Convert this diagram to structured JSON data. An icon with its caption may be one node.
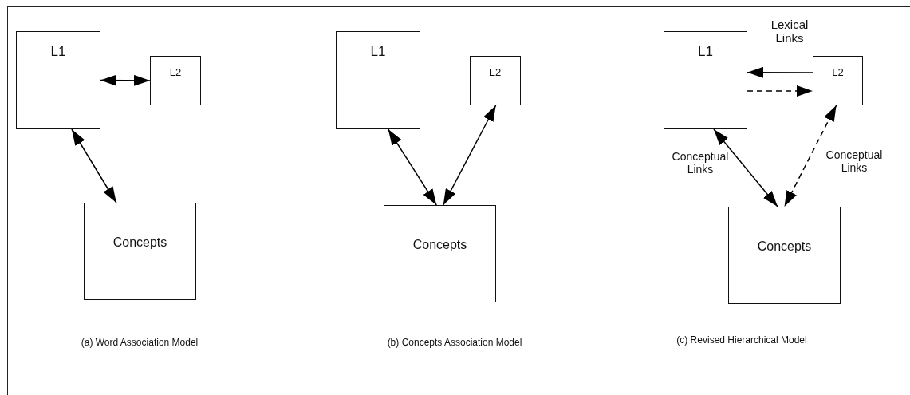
{
  "diagram": {
    "nodes": [
      {
        "text": [
          "L1"
        ]
      },
      {
        "text": [
          "L2"
        ]
      },
      {
        "text": [
          "Concepts"
        ]
      },
      {
        "text": [
          "L1"
        ]
      },
      {
        "text": [
          "L2"
        ]
      },
      {
        "text": [
          "Concepts"
        ]
      },
      {
        "text": [
          "L1"
        ]
      },
      {
        "text": [
          "L2"
        ]
      },
      {
        "text": [
          "Concepts"
        ]
      }
    ],
    "edges": [
      {
        "from": 0,
        "to": 1,
        "arrow": "both"
      },
      {
        "from": 0,
        "to": 2,
        "arrow": "both"
      },
      {
        "from": 3,
        "to": 5,
        "arrow": "both"
      },
      {
        "from": 4,
        "to": 5,
        "arrow": "both"
      },
      {
        "from": 7,
        "to": 6,
        "arrow": "to",
        "label": "Lexical Links"
      },
      {
        "from": 6,
        "to": 7,
        "arrow": "to",
        "style": "dashed"
      },
      {
        "from": 6,
        "to": 8,
        "arrow": "both",
        "label": "Conceptual Links"
      },
      {
        "from": 7,
        "to": 8,
        "arrow": "both",
        "style": "dashed",
        "label": "Conceptual Links"
      }
    ],
    "labels": [
      "(a) Word Association Model",
      "(b) Concepts Association Model",
      "(c) Revised Hierarchical Model"
    ]
  }
}
